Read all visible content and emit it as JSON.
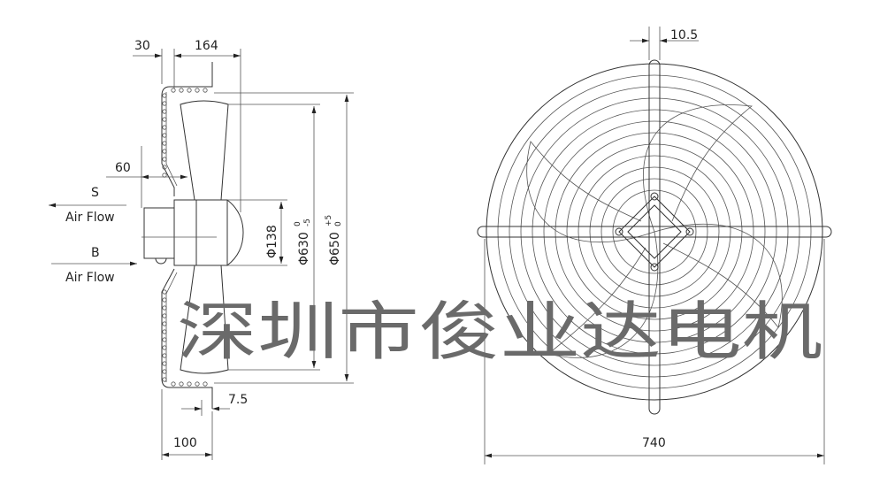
{
  "side_view": {
    "dims": {
      "d30": "30",
      "d164": "164",
      "d60": "60",
      "d138": "Φ138",
      "d630": "Φ630",
      "d630_tol_up": "0",
      "d630_tol_down": "-5",
      "d650": "Φ650",
      "d650_tol_up": "+5",
      "d650_tol_down": "0",
      "d7_5": "7.5",
      "d100": "100"
    },
    "airflow_s": {
      "letter": "S",
      "label": "Air Flow"
    },
    "airflow_b": {
      "letter": "B",
      "label": "Air Flow"
    }
  },
  "front_view": {
    "dims": {
      "d10_5": "10.5",
      "d740": "740"
    }
  },
  "watermark": "深圳市俊业达电机"
}
